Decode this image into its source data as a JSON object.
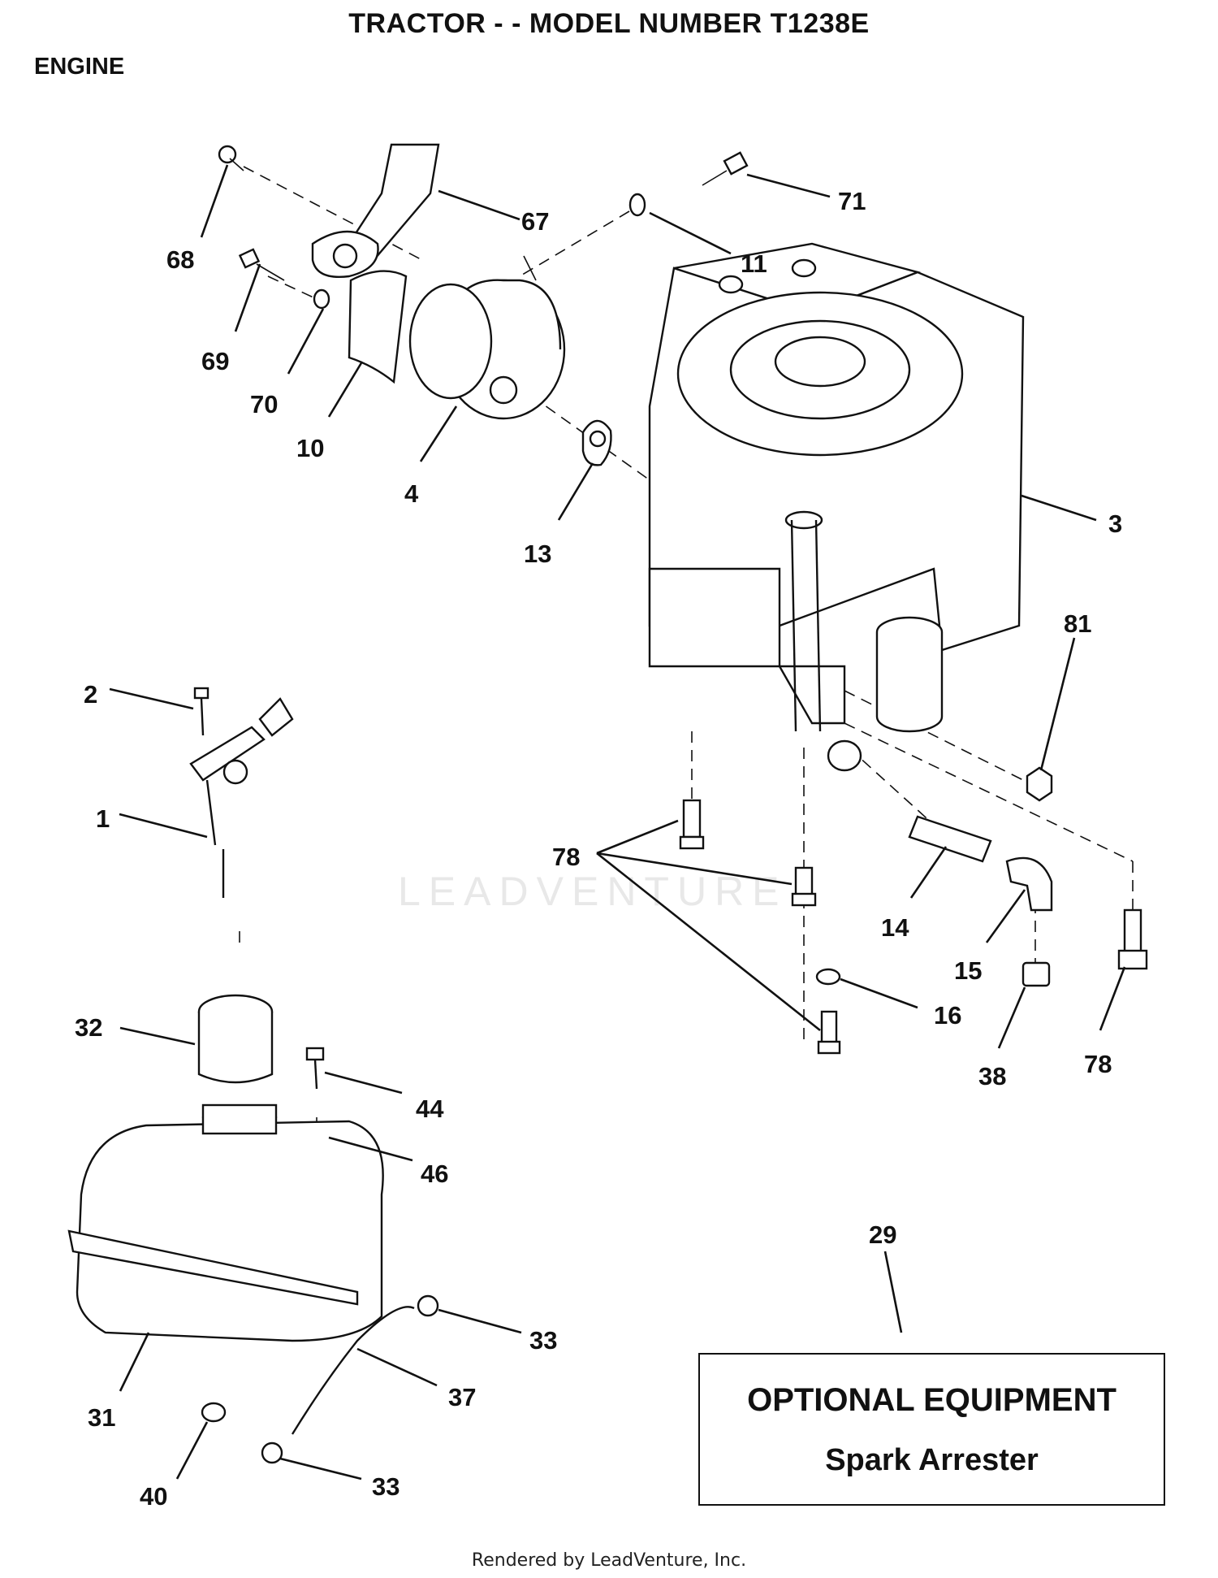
{
  "header": {
    "title": "TRACTOR - - MODEL NUMBER T1238E",
    "section": "ENGINE"
  },
  "callouts": [
    "68",
    "67",
    "71",
    "11",
    "69",
    "70",
    "10",
    "4",
    "13",
    "3",
    "81",
    "2",
    "1",
    "78",
    "14",
    "15",
    "16",
    "38",
    "78",
    "32",
    "44",
    "46",
    "29",
    "33",
    "37",
    "31",
    "40",
    "33"
  ],
  "optional_box": {
    "title": "OPTIONAL EQUIPMENT",
    "subtitle": "Spark Arrester"
  },
  "watermark": "LEADVENTURE",
  "footer": "Rendered by LeadVenture, Inc."
}
